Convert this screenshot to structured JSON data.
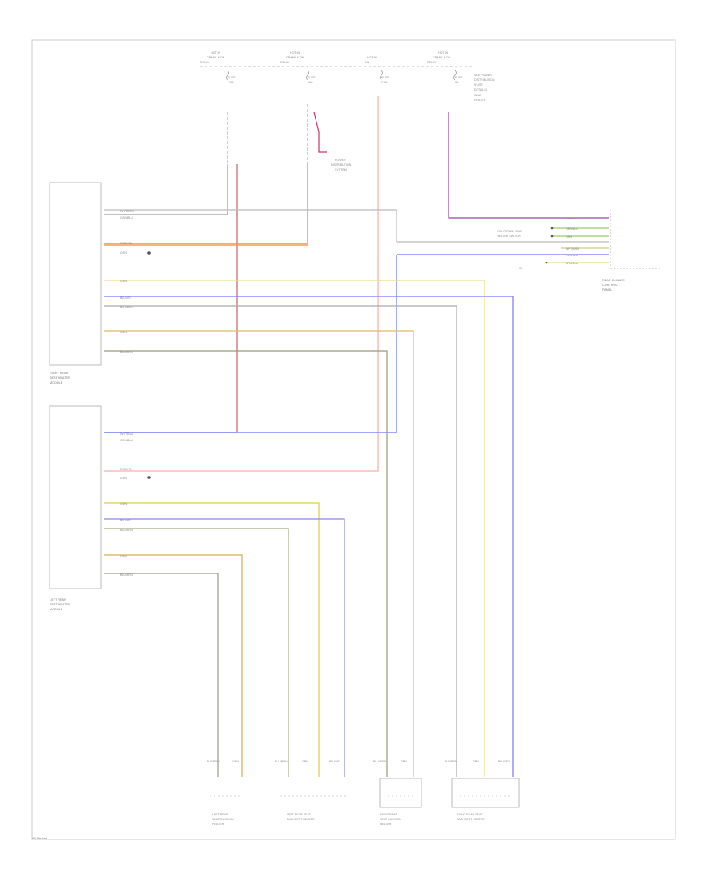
{
  "top_sources": [
    {
      "lines": [
        "HOT IN",
        "CRANK & ON",
        "RELAY"
      ],
      "fuse_lines": [
        "FUSE",
        "7.5A"
      ]
    },
    {
      "lines": [
        "HOT IN",
        "CRANK & ON",
        "RELAY"
      ],
      "fuse_lines": [
        "FUSE",
        "10A"
      ]
    },
    {
      "lines": [
        "HOT IN",
        "ON"
      ],
      "fuse_lines": [
        "FUSE",
        "7.5A"
      ]
    },
    {
      "lines": [
        "HOT IN",
        "CRANK & ON",
        "RELAY"
      ],
      "fuse_lines": [
        "FUSE",
        "5A"
      ]
    }
  ],
  "right_note": [
    "SEE POWER",
    "DISTRIBUTION",
    "(FUSE",
    "DETAILS)",
    "SEAT",
    "HEATER"
  ],
  "power_dist_label": [
    "POWER",
    "DISTRIBUTION",
    "SYSTEM"
  ],
  "modules": {
    "right": {
      "label": [
        "RIGHT REAR",
        "SEAT HEATER",
        "MODULE"
      ]
    },
    "left": {
      "label": [
        "LEFT REAR",
        "SEAT HEATER",
        "MODULE"
      ]
    },
    "rear_climate": {
      "label": [
        "REAR CLIMATE",
        "CONTROL",
        "PANEL"
      ]
    },
    "right_switch_group": {
      "label": [
        "RIGHT REAR SEAT",
        "HEATER SWITCH"
      ]
    }
  },
  "right_wire_labels": [
    "BRN/BLU",
    "GRN/BLU",
    "GRN",
    "WHT/BRN",
    "RED/BLU",
    "BRN/BLU"
  ],
  "right_wire_note": [
    "RIGHT REAR SEAT",
    "HEATER SWITCH"
  ],
  "ground_label": "G1",
  "module_wire_labels": {
    "right": [
      "WHT/BRN",
      "GRN/BLU",
      "",
      "RED/YEL",
      "GRN",
      "",
      "GRN",
      "",
      "BLU/YEL",
      "BLU/BRN",
      "",
      "GRN",
      "",
      "BLU/BRN"
    ],
    "left": [
      "WHT/BLU",
      "GRN/BLU",
      "",
      "RED/YEL",
      "GRN",
      "",
      "GRN",
      "",
      "BLU/YEL",
      "BLU/BRN",
      "",
      "GRN",
      "",
      "BLU/BRN"
    ]
  },
  "bottom_components": [
    {
      "pins": [
        "BLU/BRN",
        "GRN"
      ],
      "label": [
        "LEFT REAR",
        "SEAT CUSHION",
        "HEATER"
      ]
    },
    {
      "pins": [
        "BLU/BRN",
        "GRN",
        "BLU/YEL"
      ],
      "label": [
        "LEFT REAR SEAT",
        "BACKREST HEATER"
      ]
    },
    {
      "pins": [
        "BLU/BRN",
        "GRN"
      ],
      "label": [
        "RIGHT REAR",
        "SEAT CUSHION",
        "HEATER"
      ]
    },
    {
      "pins": [
        "BLU/BRN",
        "GRN",
        "BLU/YEL"
      ],
      "label": [
        "RIGHT REAR SEAT",
        "BACKREST HEATER"
      ]
    }
  ],
  "footer": "W/ Heated"
}
